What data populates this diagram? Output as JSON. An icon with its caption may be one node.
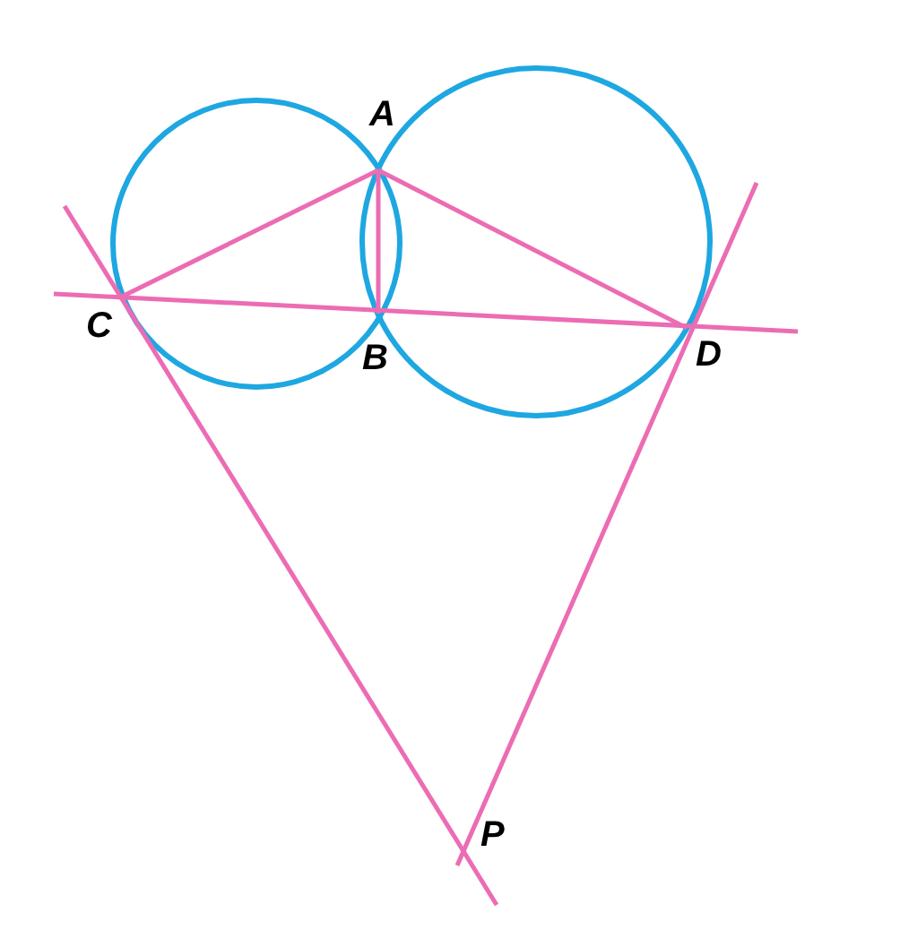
{
  "diagram": {
    "labels": [
      "A",
      "B",
      "C",
      "D",
      "P"
    ]
  }
}
